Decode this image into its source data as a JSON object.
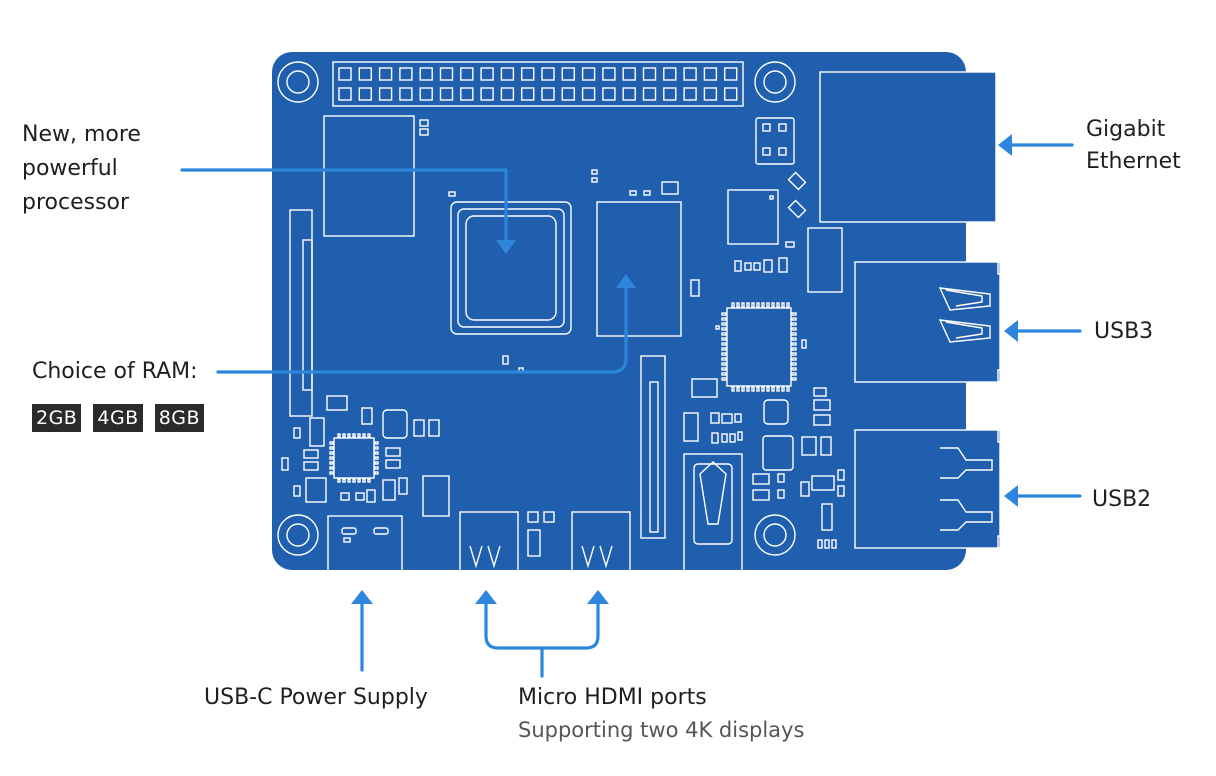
{
  "colors": {
    "board": "#1f5fad",
    "board_outline": "#ffffff",
    "arrow": "#2d86db",
    "text": "#1f1f1f",
    "badge_bg": "#2b2b2b"
  },
  "labels": {
    "processor": "New, more powerful processor",
    "ram_title": "Choice of RAM:",
    "ram_options": [
      "2GB",
      "4GB",
      "8GB"
    ],
    "ethernet": "Gigabit Ethernet",
    "usb3": "USB3",
    "usb2": "USB2",
    "power": "USB-C Power Supply",
    "hdmi_title": "Micro HDMI ports",
    "hdmi_subtitle": "Supporting two 4K displays"
  }
}
